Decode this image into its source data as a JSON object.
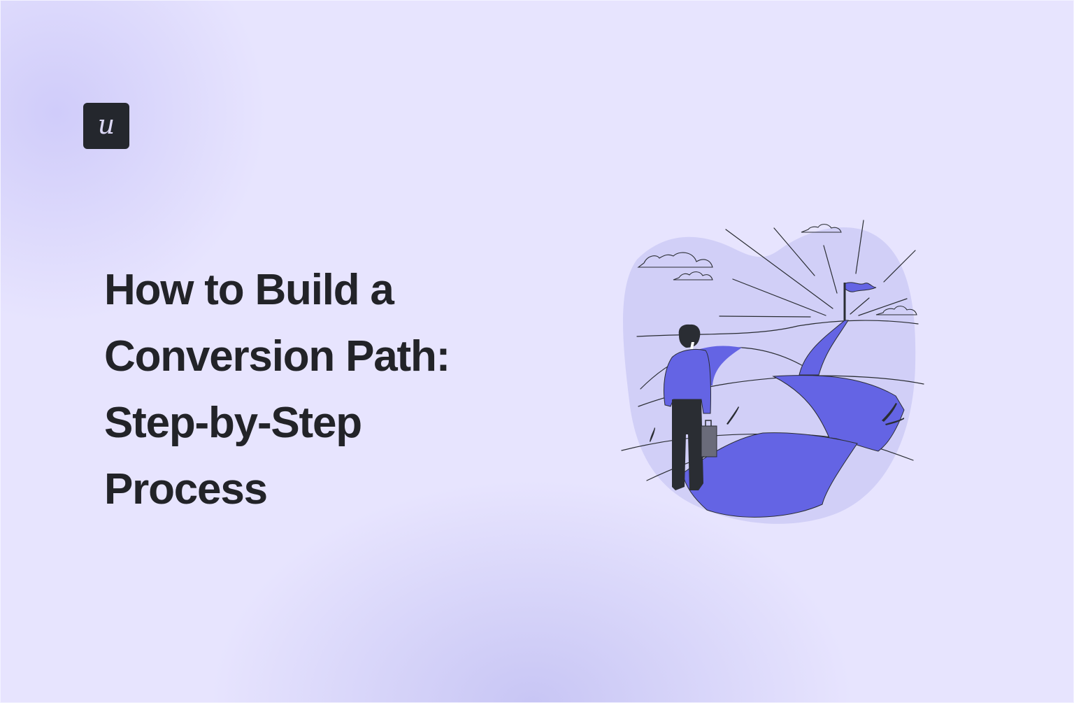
{
  "brand": {
    "logo_letter": "u",
    "logo_bg": "#24272d",
    "logo_fg": "#dcd8f6"
  },
  "hero": {
    "title_lines": [
      "How to Build a",
      "Conversion Path:",
      "Step-by-Step",
      "Process"
    ]
  },
  "illustration": {
    "subject": "man-with-briefcase-looking-at-path-to-flag",
    "colors": {
      "background": "#e7e4fe",
      "blob": "#d1cff7",
      "path": "#6464e4",
      "ink": "#2a2d33"
    }
  }
}
